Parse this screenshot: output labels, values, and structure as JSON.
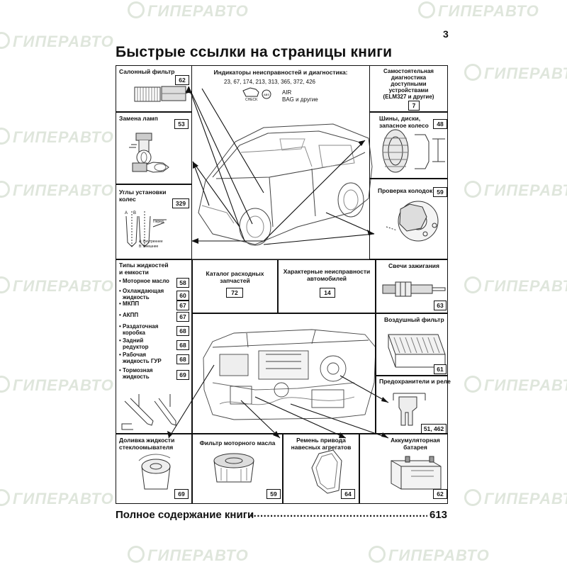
{
  "watermark": "ГИПЕРАВТО",
  "page_number": "3",
  "title": "Быстрые ссылки на страницы книги",
  "top_section": {
    "cabin_filter": {
      "label": "Салонный фильтр",
      "page": "62"
    },
    "diagnostics": {
      "label": "Индикаторы неисправностей и диагностика:",
      "pages": "23, 67, 174, 213, 313, 365, 372, 426",
      "icon_check": "CHECK",
      "icon_airbag_1": "AIR",
      "icon_airbag_2": "BAG и другие"
    },
    "self_diagnostics": {
      "label_1": "Самостоятельная",
      "label_2": "диагностика",
      "label_3": "доступными",
      "label_4": "устройствами",
      "label_5": "(ELM327 и другие)",
      "page": "7"
    },
    "lamps": {
      "label": "Замена ламп",
      "page": "53"
    },
    "tires": {
      "label_1": "Шины, диски,",
      "label_2": "запасное колесо",
      "page": "48"
    },
    "brake_pads": {
      "label": "Проверка колодок",
      "page": "59"
    },
    "wheel_alignment": {
      "label_1": "Углы установки",
      "label_2": "колес",
      "page": "329",
      "legend_front": "Перед",
      "legend_a": "A: Внутреннее",
      "legend_b": "B: Внешнее",
      "mark_a": "A",
      "mark_b": "B"
    }
  },
  "middle_section": {
    "fluids": {
      "label_1": "Типы жидкостей",
      "label_2": "и емкости",
      "items": [
        {
          "text_1": "• Моторное масло",
          "text_2": "",
          "page": "58"
        },
        {
          "text_1": "• Охлаждающая",
          "text_2": "жидкость",
          "page": "60"
        },
        {
          "text_1": "• МКПП",
          "text_2": "",
          "page": "67"
        },
        {
          "text_1": "• АКПП",
          "text_2": "",
          "page": "67"
        },
        {
          "text_1": "• Раздаточная",
          "text_2": "коробка",
          "page": "68"
        },
        {
          "text_1": "• Задний",
          "text_2": "редуктор",
          "page": "68"
        },
        {
          "text_1": "• Рабочая",
          "text_2": "жидкость ГУР",
          "page": "68"
        },
        {
          "text_1": "• Тормозная",
          "text_2": "жидкость",
          "page": "69"
        }
      ]
    },
    "parts_catalog": {
      "label": "Каталог расходных запчастей",
      "page": "72"
    },
    "typical_faults": {
      "label_1": "Характерные неисправности",
      "label_2": "автомобилей",
      "page": "14"
    },
    "spark_plugs": {
      "label": "Свечи зажигания",
      "page": "63"
    },
    "air_filter": {
      "label": "Воздушный фильтр",
      "page": "61"
    },
    "fuses": {
      "label": "Предохранители и реле",
      "page": "51, 462"
    }
  },
  "bottom_section": {
    "washer": {
      "label_1": "Доливка жидкости",
      "label_2": "стеклоомывателя",
      "page": "69"
    },
    "oil_filter": {
      "label": "Фильтр моторного масла",
      "page": "59"
    },
    "drive_belt": {
      "label_1": "Ремень привода",
      "label_2": "навесных агрегатов",
      "page": "64"
    },
    "battery": {
      "label_1": "Аккумуляторная",
      "label_2": "батарея",
      "page": "62"
    }
  },
  "footer": {
    "label": "Полное содержание книги",
    "dots": "..........................................................................",
    "page": "613"
  }
}
